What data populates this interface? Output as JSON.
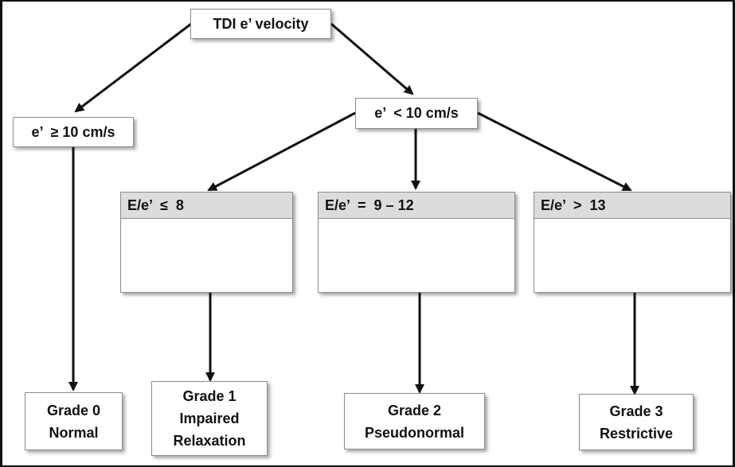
{
  "root": "TDI e’ velocity",
  "left_branch": "e’  ≥ 10 cm/s",
  "right_branch": "e’  < 10 cm/s",
  "criteria": [
    {
      "label": "E/e’  ≤  8"
    },
    {
      "label": "E/e’  =  9 – 12"
    },
    {
      "label": "E/e’  >  13"
    }
  ],
  "grades": [
    {
      "line1": "Grade 0",
      "line2": "Normal",
      "line3": ""
    },
    {
      "line1": "Grade 1",
      "line2": "Impaired",
      "line3": "Relaxation"
    },
    {
      "line1": "Grade 2",
      "line2": "Pseudonormal",
      "line3": ""
    },
    {
      "line1": "Grade 3",
      "line2": "Restrictive",
      "line3": ""
    }
  ]
}
